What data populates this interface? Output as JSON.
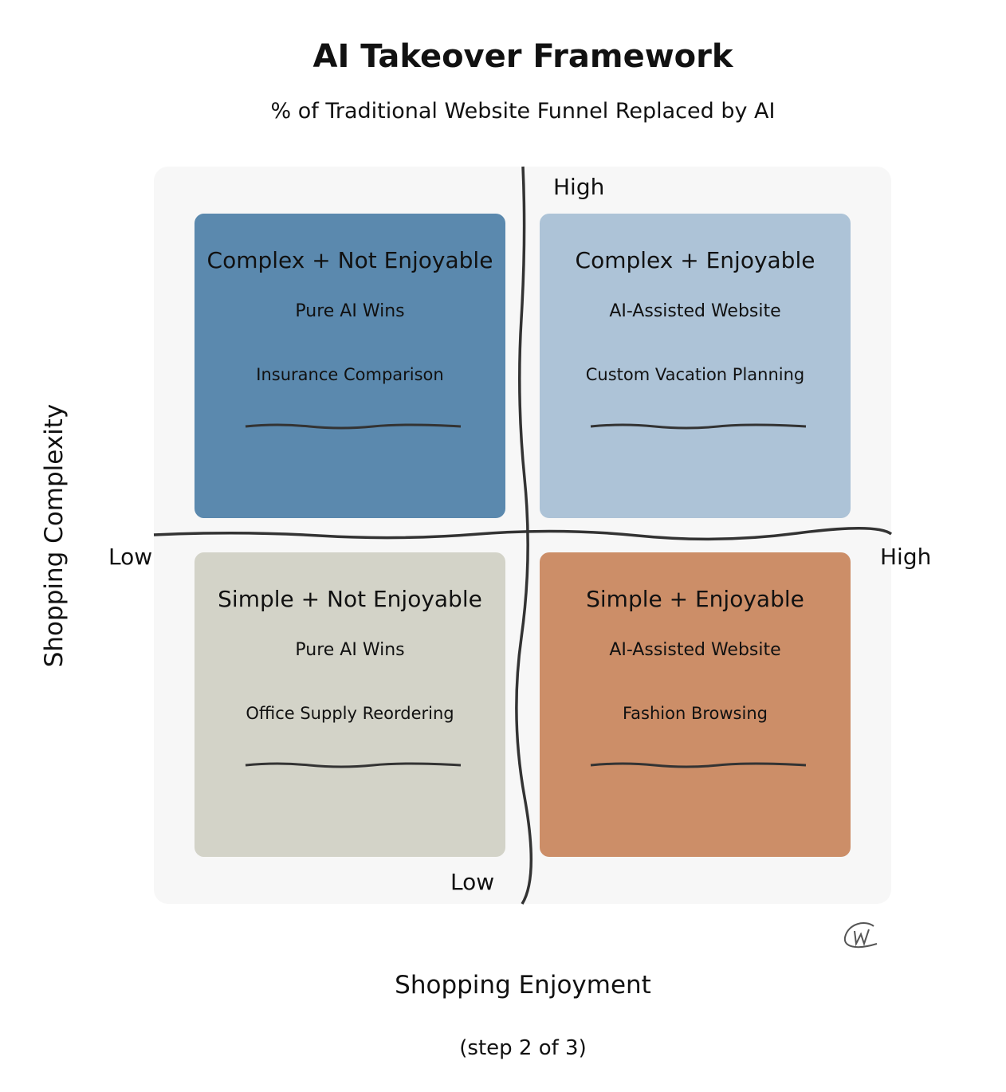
{
  "title": "AI Takeover Framework",
  "subtitle": "% of Traditional Website Funnel Replaced by AI",
  "axes": {
    "y_label": "Shopping Complexity",
    "x_label": "Shopping Enjoyment",
    "y_high": "High",
    "y_low": "Low",
    "x_low": "Low",
    "x_high": "High"
  },
  "quadrants": [
    {
      "title": "Complex + Not Enjoyable",
      "subtitle": "Pure AI Wins",
      "example": "Insurance Comparison",
      "color": "#5b89ae"
    },
    {
      "title": "Complex + Enjoyable",
      "subtitle": "AI-Assisted Website",
      "example": "Custom Vacation Planning",
      "color": "#adc3d7"
    },
    {
      "title": "Simple + Not Enjoyable",
      "subtitle": "Pure AI Wins",
      "example": "Office Supply Reordering",
      "color": "#d3d3c8"
    },
    {
      "title": "Simple + Enjoyable",
      "subtitle": "AI-Assisted Website",
      "example": "Fashion Browsing",
      "color": "#cc8e68"
    }
  ],
  "footer": "(step 2 of 3)",
  "logo": "W"
}
